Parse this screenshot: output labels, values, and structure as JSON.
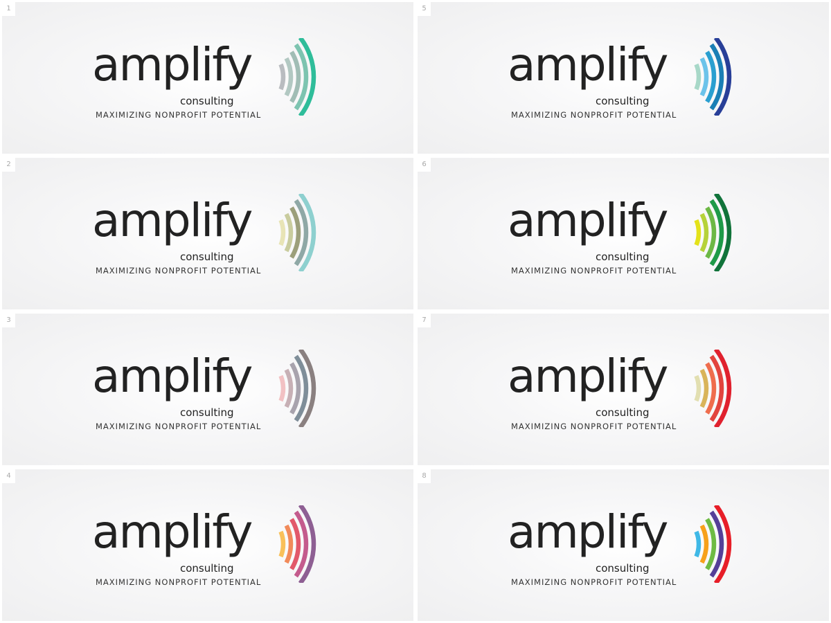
{
  "logo": {
    "wordmark": "amplify",
    "sub": "consulting",
    "tagline": "MAXIMIZING NONPROFIT POTENTIAL"
  },
  "variants": [
    {
      "number": "1",
      "arc_colors": [
        "#b9bcc0",
        "#b2c8c2",
        "#a1bdb5",
        "#7dc4b0",
        "#2fbd9a"
      ]
    },
    {
      "number": "2",
      "arc_colors": [
        "#e8e4b6",
        "#c9cc9e",
        "#9c9f7b",
        "#8fa8a6",
        "#8ed0cf"
      ]
    },
    {
      "number": "3",
      "arc_colors": [
        "#f2c1c3",
        "#c7b0b5",
        "#a8a3ad",
        "#7f8e99",
        "#8a8080"
      ]
    },
    {
      "number": "4",
      "arc_colors": [
        "#f9c05a",
        "#f18a5a",
        "#e2586a",
        "#c45b8d",
        "#8e5f93"
      ]
    },
    {
      "number": "5",
      "arc_colors": [
        "#a8d8c8",
        "#6cc3ea",
        "#2a9fd0",
        "#1b7fb5",
        "#283f98"
      ]
    },
    {
      "number": "6",
      "arc_colors": [
        "#e4e21a",
        "#b6d23a",
        "#6db845",
        "#1e9a48",
        "#11733a"
      ]
    },
    {
      "number": "7",
      "arc_colors": [
        "#e2dfb1",
        "#d9b45a",
        "#ef6d4d",
        "#e2443e",
        "#e0212e"
      ]
    },
    {
      "number": "8",
      "arc_colors": [
        "#3fb8e6",
        "#f7a11b",
        "#6ebb44",
        "#553f98",
        "#e71e28"
      ]
    }
  ]
}
